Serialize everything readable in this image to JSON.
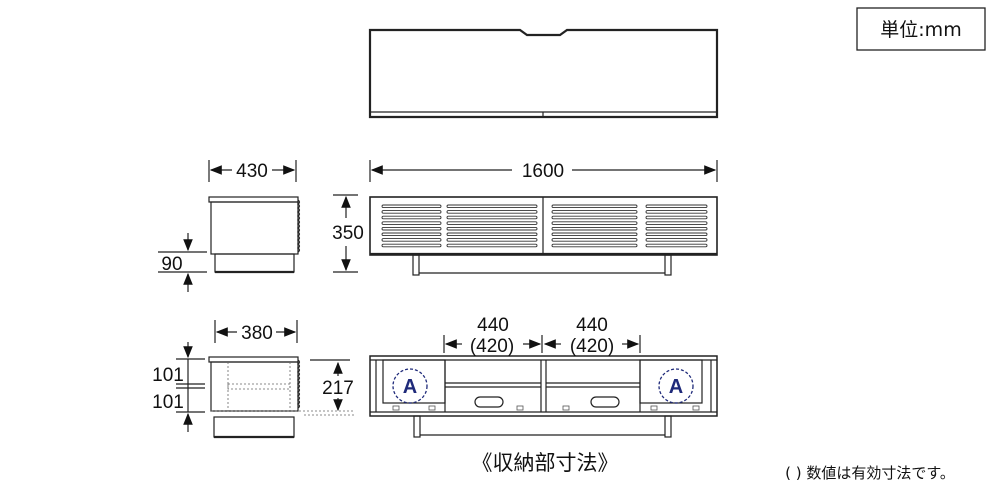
{
  "unit_label": "単位:mm",
  "dimensions": {
    "width": "1600",
    "depth": "430",
    "height": "350",
    "base_height": "90",
    "inner_depth": "380",
    "shelf_height_1": "101",
    "shelf_height_2": "101",
    "inner_height": "217",
    "drawer_width_1": "440",
    "drawer_effective_1": "(420)",
    "drawer_width_2": "440",
    "drawer_effective_2": "(420)"
  },
  "markers": {
    "left": "A",
    "right": "A"
  },
  "section_title": "《収納部寸法》",
  "note": "( ) 数値は有効寸法です。",
  "colors": {
    "marker": "#1f2a7a",
    "line": "#222222"
  }
}
